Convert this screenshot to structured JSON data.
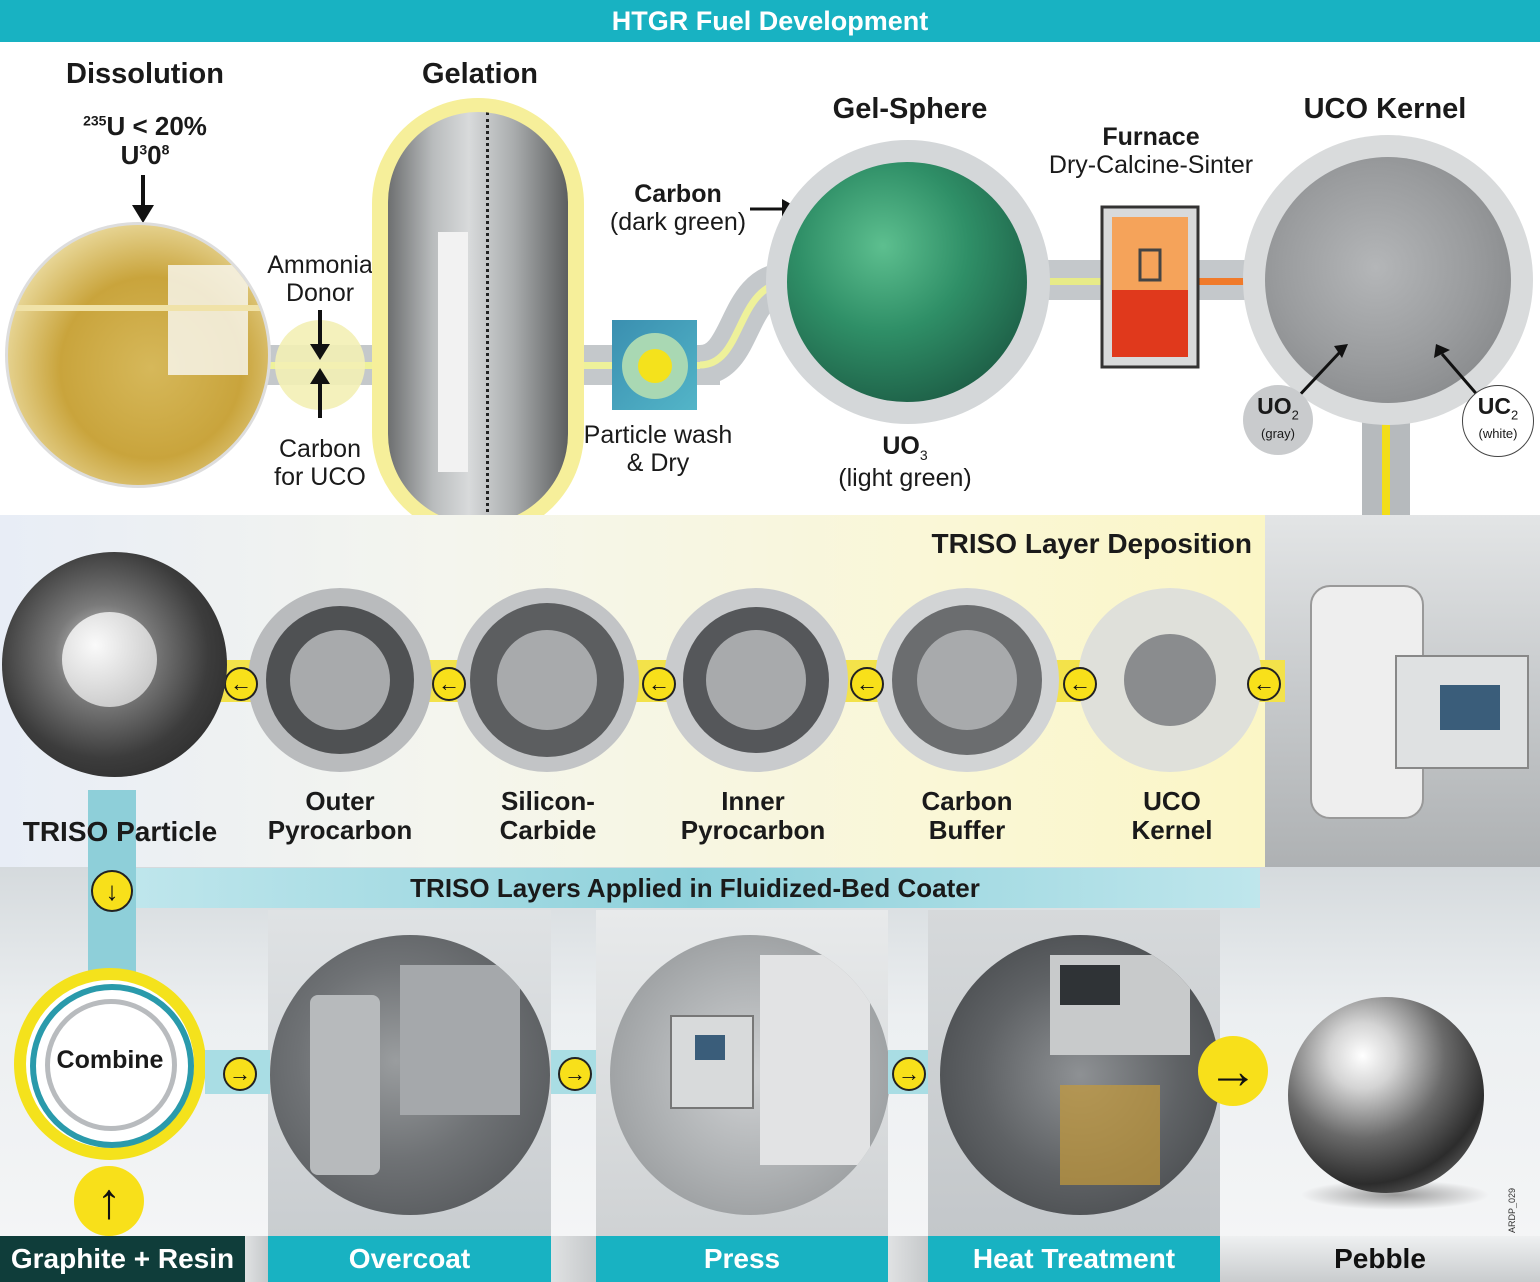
{
  "header": {
    "title": "HTGR Fuel Development"
  },
  "process": {
    "dissolution": {
      "title": "Dissolution",
      "enrichment_sup": "235",
      "enrichment_text": "U < 20%",
      "oxide_main": "U",
      "oxide_sup1": "3",
      "oxide_mid": "0",
      "oxide_sup2": "8"
    },
    "ammonia": "Ammonia\nDonor",
    "carbon_uco": "Carbon\nfor UCO",
    "gelation": {
      "title": "Gelation"
    },
    "particle_wash": "Particle wash\n& Dry",
    "carbon_note": {
      "title": "Carbon",
      "sub": "(dark green)"
    },
    "gel_sphere": {
      "title": "Gel-Sphere",
      "uo3_main": "UO",
      "uo3_sub": "3",
      "uo3_note": "(light green)"
    },
    "furnace": {
      "title": "Furnace",
      "sub": "Dry-Calcine-Sinter"
    },
    "uco_kernel": {
      "title": "UCO Kernel",
      "uo2_main": "UO",
      "uo2_sub": "2",
      "uo2_note": "(gray)",
      "uc2_main": "UC",
      "uc2_sub": "2",
      "uc2_note": "(white)"
    }
  },
  "triso": {
    "title": "TRISO Layer Deposition",
    "particle_label": "TRISO Particle",
    "layers": [
      {
        "label": "Outer\nPyrocarbon"
      },
      {
        "label": "Silicon-\nCarbide"
      },
      {
        "label": "Inner\nPyrocarbon"
      },
      {
        "label": "Carbon\nBuffer"
      },
      {
        "label": "UCO\nKernel"
      }
    ],
    "coater_title": "TRISO Layers Applied in Fluidized-Bed Coater"
  },
  "pebble": {
    "combine": "Combine",
    "tabs": [
      "Graphite + Resin",
      "Overcoat",
      "Press",
      "Heat Treatment",
      "Pebble"
    ],
    "doc_code": "ARDP_029"
  },
  "colors": {
    "teal": "#18b2c2",
    "yellow": "#f8e01a",
    "dark_green_tab": "#0f3d3a"
  },
  "arrow_glyph_left": "←",
  "arrow_glyph_right": "→",
  "arrow_glyph_down": "↓",
  "arrow_glyph_up": "↑"
}
